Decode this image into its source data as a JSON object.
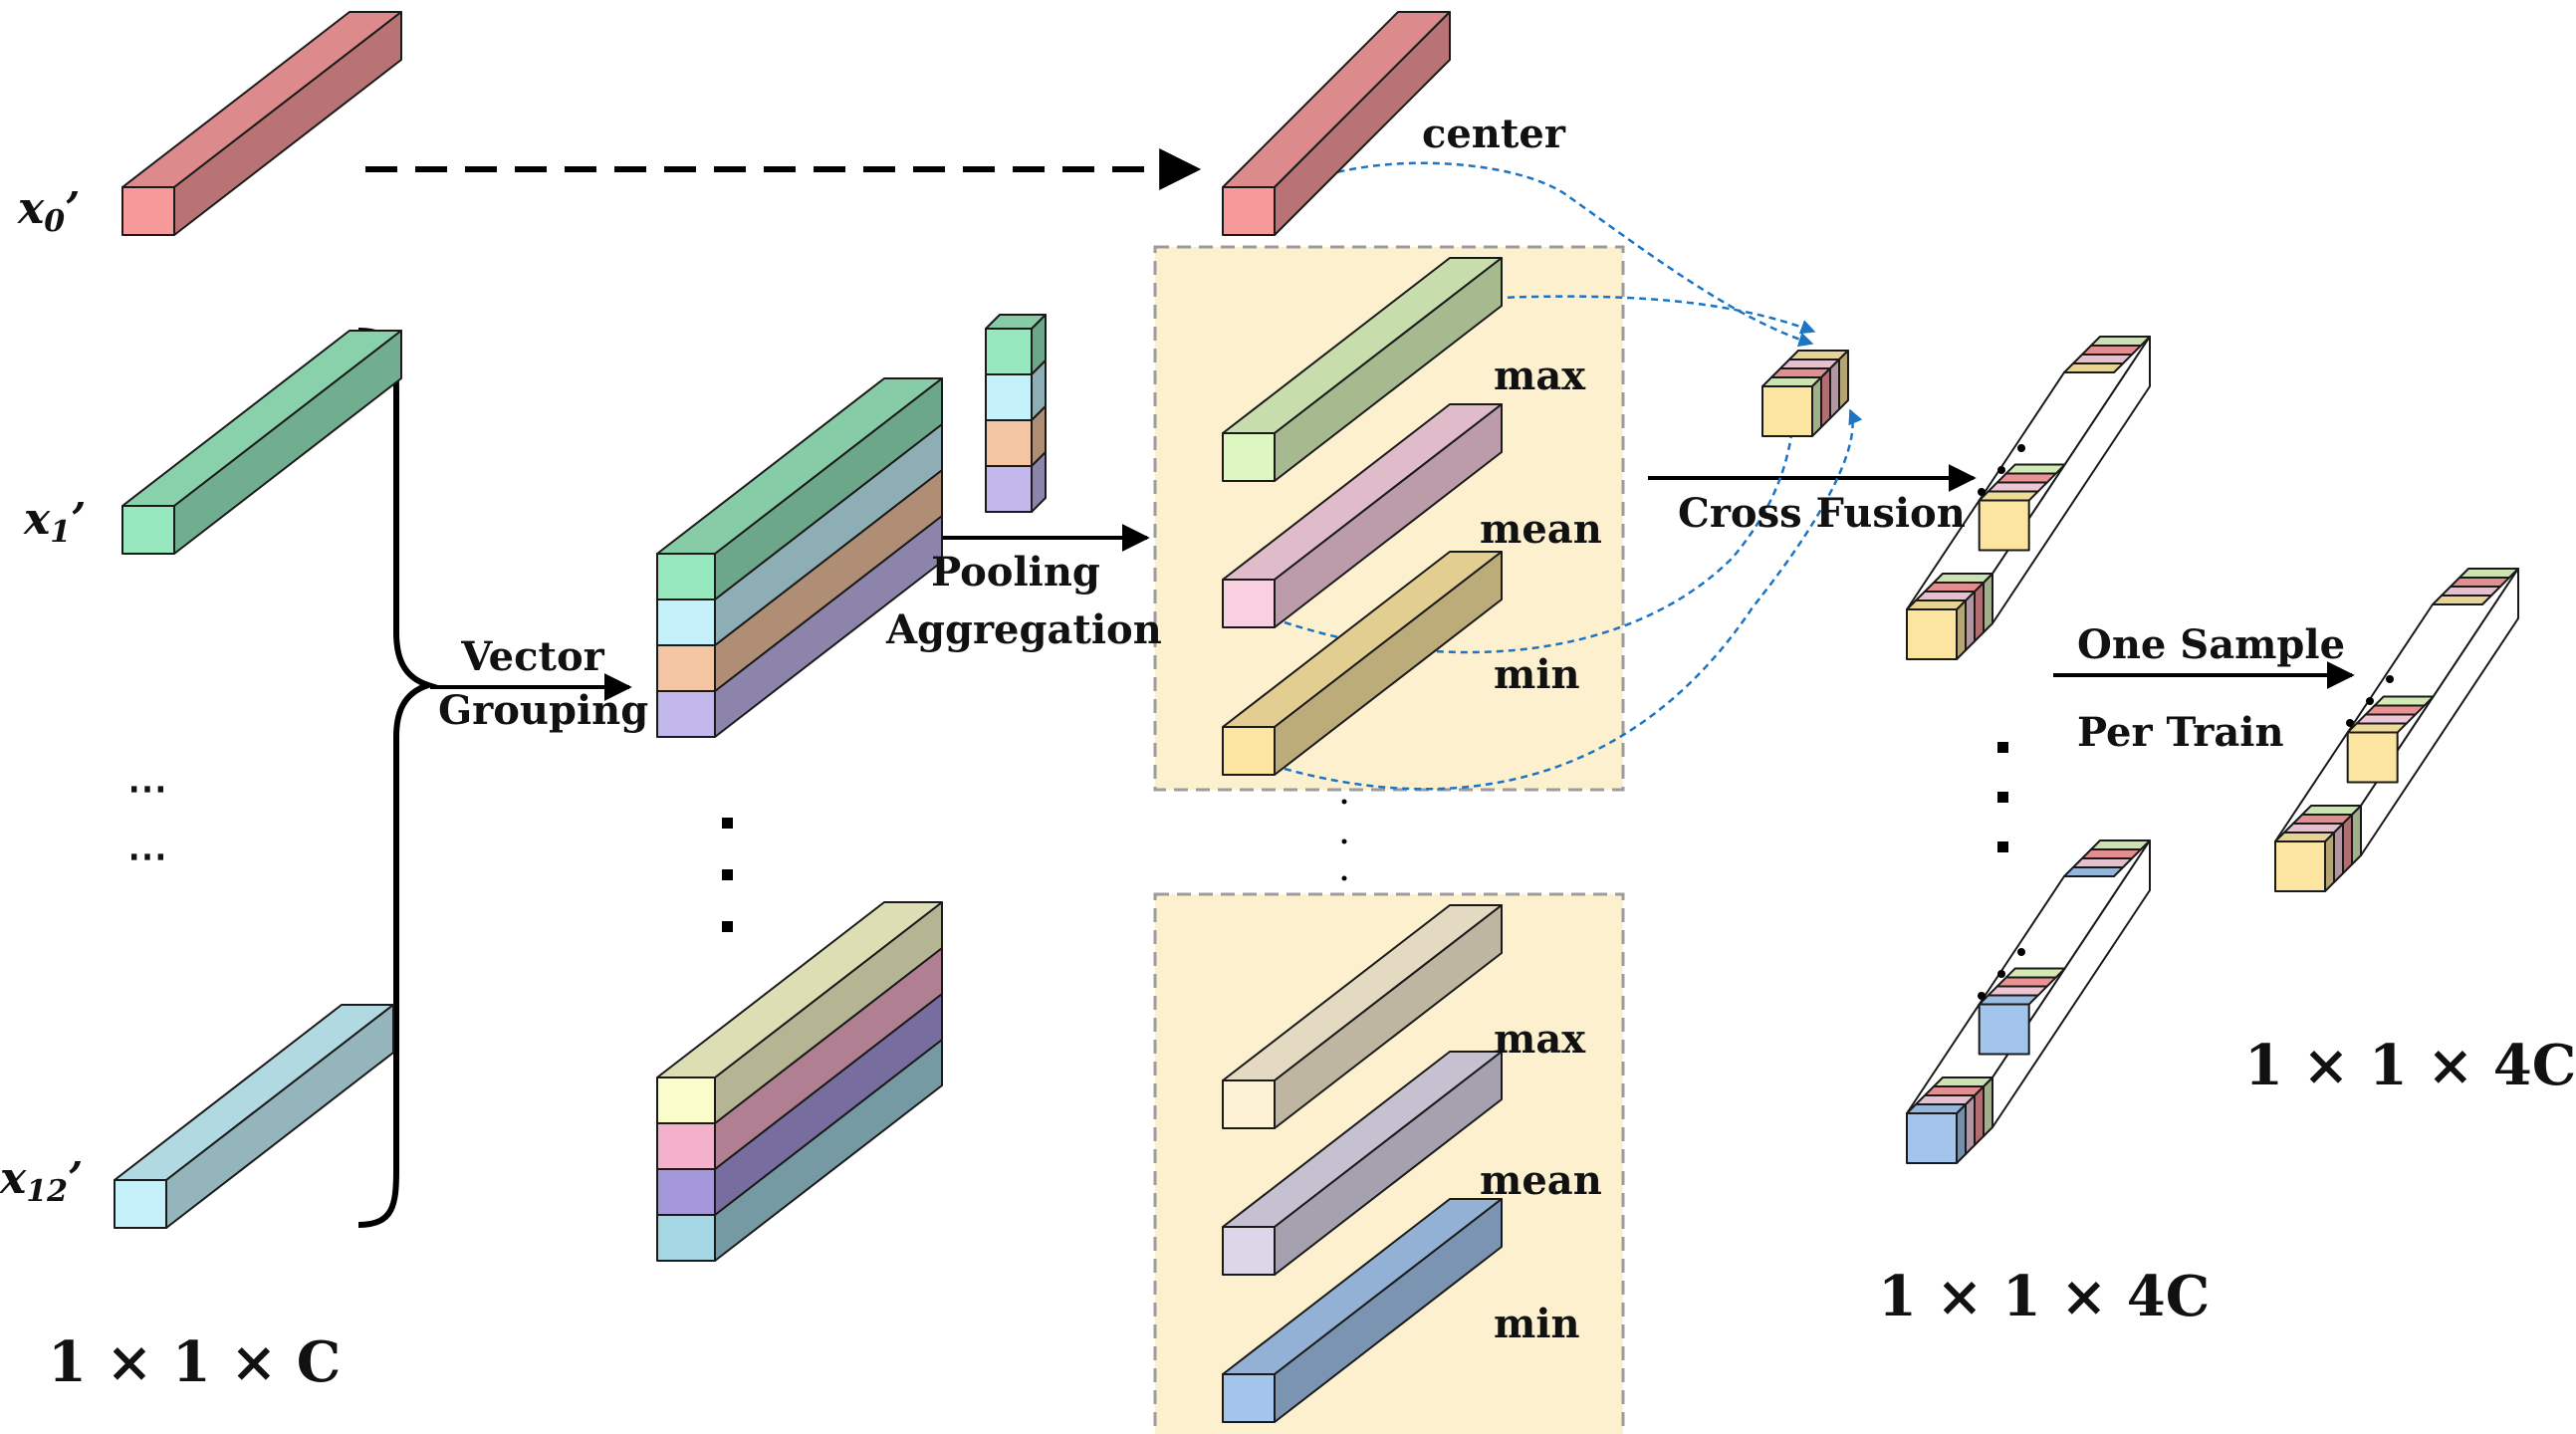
{
  "inputs": {
    "x0": {
      "base": "x",
      "sub": "0",
      "suffix": "’"
    },
    "x1": {
      "base": "x",
      "sub": "1",
      "suffix": "’"
    },
    "x12": {
      "base": "x",
      "sub": "12",
      "suffix": "’"
    },
    "ellipsis": "⋯",
    "dim_label": "1 × 1 × C"
  },
  "steps": {
    "vector_grouping": [
      "Vector",
      "Grouping"
    ],
    "pooling_aggregation": [
      "Pooling",
      "Aggregation"
    ],
    "cross_fusion": "Cross Fusion",
    "one_sample_per_train": [
      "One Sample",
      "Per Train"
    ]
  },
  "pooled": {
    "center": "center",
    "top_group": [
      "max",
      "mean",
      "min"
    ],
    "bottom_group": [
      "max",
      "mean",
      "min"
    ]
  },
  "outputs": {
    "fused_dim": "1 × 1 × 4C",
    "final_dim": "1 × 1 × 4C"
  },
  "colors": {
    "red": "#f6999b",
    "green": "#97e8be",
    "cyan": "#c5f1fb",
    "peach": "#f4c5a3",
    "lavender": "#c2b8ec",
    "yellow": "#fbe5a1",
    "lightgreen": "#def6bf",
    "pink": "#f9d0e0",
    "cream": "#fdf2d6",
    "lightgray_purple": "#dcd6e8",
    "blue": "#a3c5ec",
    "lightyellow": "#fbfccc",
    "rose": "#f4b1cb",
    "purple": "#a597db",
    "teal": "#a4d6e3",
    "panel_fill": "#fdf0cf",
    "panel_border": "#9c9c9c",
    "curve": "#1c74c4"
  }
}
